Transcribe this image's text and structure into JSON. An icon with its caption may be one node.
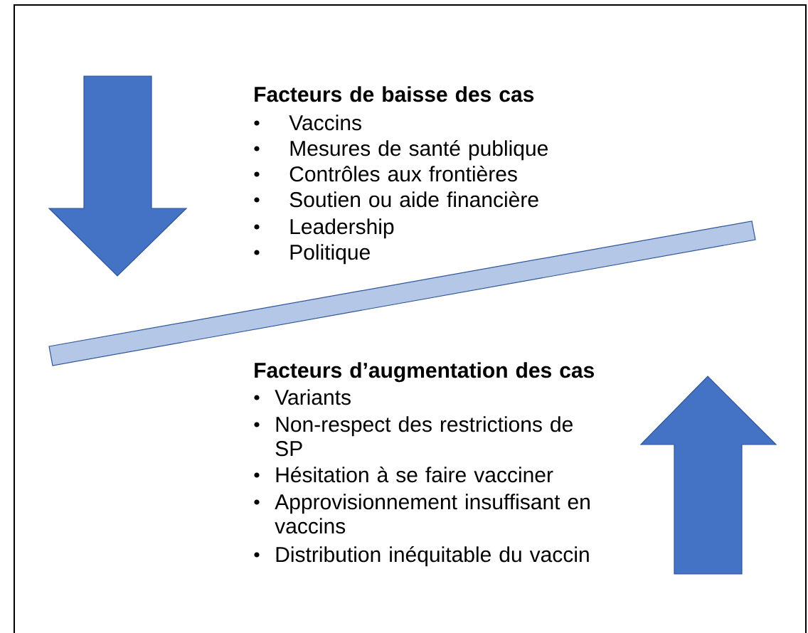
{
  "diagram": {
    "labels": [
      "Facteurs de baisse des cas",
      "Vaccins",
      "Mesures de santé publique",
      "Contrôles aux frontières",
      "Soutien ou aide financière",
      "Leadership",
      "Politique",
      "Facteurs d’augmentation des cas",
      "Variants",
      "Non-respect des restrictions de SP",
      "Hésitation à se faire vacciner",
      "Approvisionnement insuffisant en vaccins",
      "Distribution inéquitable du vaccin"
    ]
  }
}
